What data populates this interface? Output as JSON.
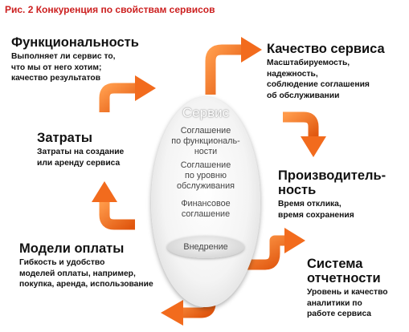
{
  "figure": {
    "title": "Рис. 2 Конкуренция по свойствам сервисов"
  },
  "center": {
    "title": "Сервис",
    "items": [
      "Соглашение\nпо функциональ-\nности",
      "Соглашение\nпо уровню\nобслуживания",
      "Финансовое\nсоглашение"
    ],
    "bottom": "Внедрение"
  },
  "blocks": {
    "functionality": {
      "heading": "Функциональность",
      "description": "Выполняет ли сервис то,\nчто мы от него хотим;\nкачество результатов"
    },
    "quality": {
      "heading": "Качество сервиса",
      "description": "Масштабируемость,\nнадежность,\nсоблюдение соглашения\nоб обслуживании"
    },
    "costs": {
      "heading": "Затраты",
      "description": "Затраты на создание\nили аренду сервиса"
    },
    "performance": {
      "heading": "Производитель-\nность",
      "description": "Время отклика,\nвремя сохранения"
    },
    "payment": {
      "heading": "Модели оплаты",
      "description": "Гибкость и удобство\nмоделей оплаты, например,\nпокупка, аренда, использование"
    },
    "reporting": {
      "heading": "Система\nотчетности",
      "description": "Уровень и качество\nаналитики по\nработе сервиса"
    }
  },
  "colors": {
    "title_red": "#cc1f1f",
    "arrow_orange": "#f26b1d"
  }
}
